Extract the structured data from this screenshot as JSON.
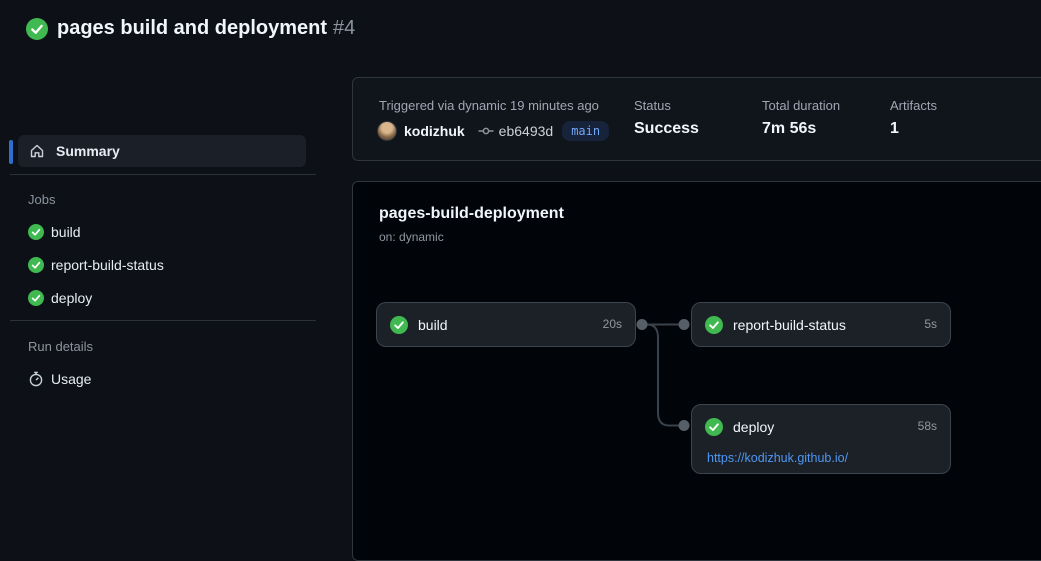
{
  "header": {
    "title": "pages build and deployment",
    "run_number": "#4",
    "status": "success"
  },
  "sidebar": {
    "summary_label": "Summary",
    "jobs_heading": "Jobs",
    "jobs": [
      {
        "name": "build",
        "status": "success"
      },
      {
        "name": "report-build-status",
        "status": "success"
      },
      {
        "name": "deploy",
        "status": "success"
      }
    ],
    "run_details_heading": "Run details",
    "usage_label": "Usage"
  },
  "run_info": {
    "triggered_text": "Triggered via dynamic 19 minutes ago",
    "actor": "kodizhuk",
    "commit_sha": "eb6493d",
    "branch": "main",
    "stats": [
      {
        "label": "Status",
        "value": "Success"
      },
      {
        "label": "Total duration",
        "value": "7m 56s"
      },
      {
        "label": "Artifacts",
        "value": "1"
      }
    ]
  },
  "workflow_graph": {
    "title": "pages-build-deployment",
    "trigger": "on: dynamic",
    "nodes": [
      {
        "name": "build",
        "duration": "20s",
        "status": "success"
      },
      {
        "name": "report-build-status",
        "duration": "5s",
        "status": "success"
      },
      {
        "name": "deploy",
        "duration": "58s",
        "status": "success",
        "link": "https://kodizhuk.github.io/"
      }
    ]
  },
  "icons": {
    "status": "check-circle-icon",
    "summary": "home-icon",
    "usage": "stopwatch-icon",
    "commit": "git-commit-icon"
  },
  "colors": {
    "page_bg": "#0d1117",
    "graph_bg": "#010409",
    "node_bg": "#1c2128",
    "border": "#30363d",
    "success_green": "#3fb950",
    "accent_blue": "#316dca",
    "link_blue": "#4f96f2",
    "branch_badge_bg": "#17233a",
    "branch_badge_text": "#71a7f7",
    "muted_text": "#9198a1"
  }
}
